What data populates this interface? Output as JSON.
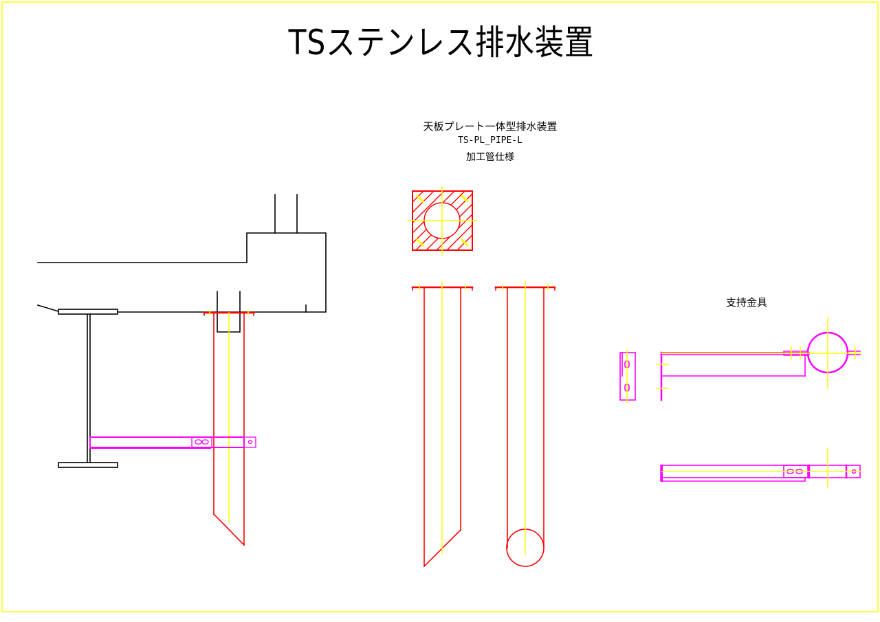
{
  "title": "TSステンレス排水装置",
  "section_center": {
    "name": "天板プレート一体型排水装置",
    "model": "TS-PL_PIPE-L",
    "spec": "加工管仕様"
  },
  "section_right": {
    "name": "支持金具"
  },
  "colors": {
    "border": "#ffff00",
    "structure": "#000000",
    "pipe": "#ff0000",
    "centerline": "#ffff00",
    "bracket": "#ff00ff"
  }
}
